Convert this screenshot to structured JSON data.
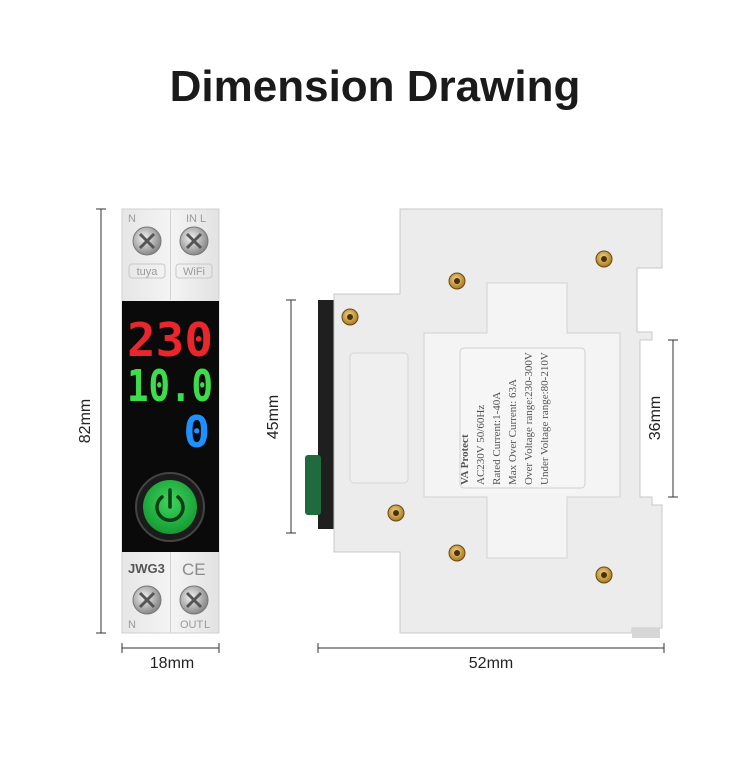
{
  "title": "Dimension Drawing",
  "front_view": {
    "top_terminal_left": "N",
    "top_terminal_right": "IN L",
    "brand_badge": "tuya",
    "wifi_badge": "WiFi",
    "display": {
      "voltage": "230",
      "current": "10.0",
      "power": "0",
      "voltage_color": "#e8262b",
      "current_color": "#3ddc4a",
      "power_color": "#1e90ff"
    },
    "power_button_color": "#29c24a",
    "model": "JWG3",
    "cert_mark": "CE",
    "bottom_terminal_left": "N",
    "bottom_terminal_right_small": "OUT",
    "bottom_terminal_right": "L"
  },
  "side_label": {
    "lines": [
      "VA Protect",
      "AC230V  50/60Hz",
      "Rated Current:1-40A",
      "Max Over Current: 63A",
      "Over Voltage range:230-300V",
      "Under Voltage range:80-210V"
    ]
  },
  "dimensions": {
    "height_total": "82mm",
    "width_front": "18mm",
    "depth_side": "52mm",
    "height_mid": "45mm",
    "height_rail": "36mm"
  }
}
